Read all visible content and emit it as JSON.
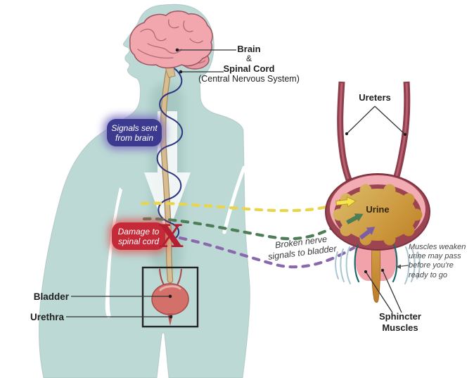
{
  "title": "Spinal cord injury and bladder control diagram",
  "cns": {
    "brain": "Brain",
    "amp": "&",
    "spinal_cord": "Spinal Cord",
    "cns_caption": "(Central Nervous System)"
  },
  "badges": {
    "signals_line1": "Signals sent",
    "signals_line2": "from brain",
    "damage_line1": "Damage to",
    "damage_line2": "spinal cord",
    "x_mark": "X"
  },
  "annotations": {
    "broken_line1": "Broken nerve",
    "broken_line2": "signals to bladder",
    "muscles_note": [
      "Muscles weaken",
      "urine may pass",
      "before you're",
      "ready to go"
    ]
  },
  "left_labels": {
    "bladder": "Bladder",
    "urethra": "Urethra"
  },
  "right_diagram": {
    "ureters": "Ureters",
    "urine": "Urine",
    "sphincter_line1": "Sphincter",
    "sphincter_line2": "Muscles"
  },
  "colors": {
    "body_teal": "#bcd9d5",
    "brain_pink": "#f2a6ae",
    "cord_beige": "#d6bd92",
    "nerve_blue": "#2c3382",
    "signal_badge": "#3c3a8e",
    "damage_badge": "#c52a38",
    "x_red": "#b41f32",
    "dash_yellow": "#e9d54b",
    "dash_green": "#4e7e57",
    "dash_purple": "#8a68ad",
    "bladder_wall": "#9c4452",
    "bladder_pink": "#f2acb4",
    "urine_gold": "#c68f2e",
    "sphincter_pink": "#f2a2aa"
  }
}
